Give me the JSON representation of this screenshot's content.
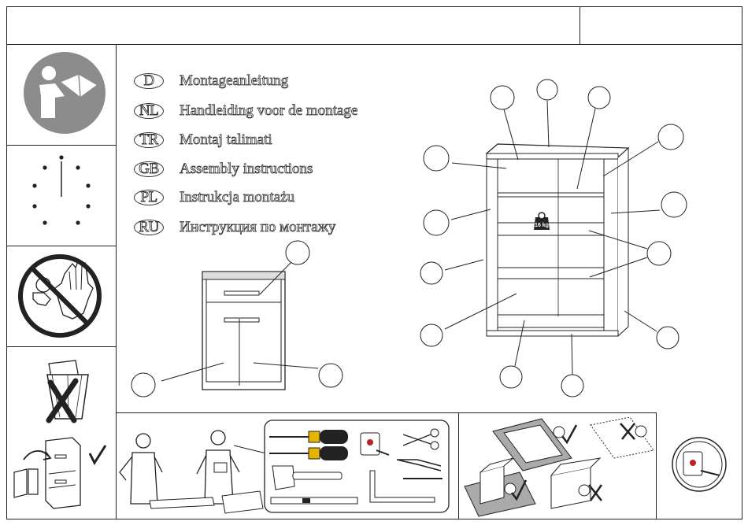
{
  "header": {
    "title": "",
    "code": ""
  },
  "languages": [
    {
      "code": "D",
      "label": "Montageanleitung"
    },
    {
      "code": "NL",
      "label": "Handleiding voor de montage"
    },
    {
      "code": "TR",
      "label": "Montaj  talimati"
    },
    {
      "code": "GB",
      "label": "Assembly instructions"
    },
    {
      "code": "PL",
      "label": "Instrukcja montażu"
    },
    {
      "code": "RU",
      "label": "Инструкция по монтажу"
    }
  ],
  "weight_label": "16 kg",
  "icons": {
    "read_manual": "reading-manual-icon",
    "time": "clock-icon",
    "children": "no-children-icon",
    "disposal": "no-bin-icon",
    "filing": "keep-instructions-icon"
  },
  "colors": {
    "line": "#222222",
    "icon_gray": "#8c8c8c",
    "white": "#ffffff"
  }
}
